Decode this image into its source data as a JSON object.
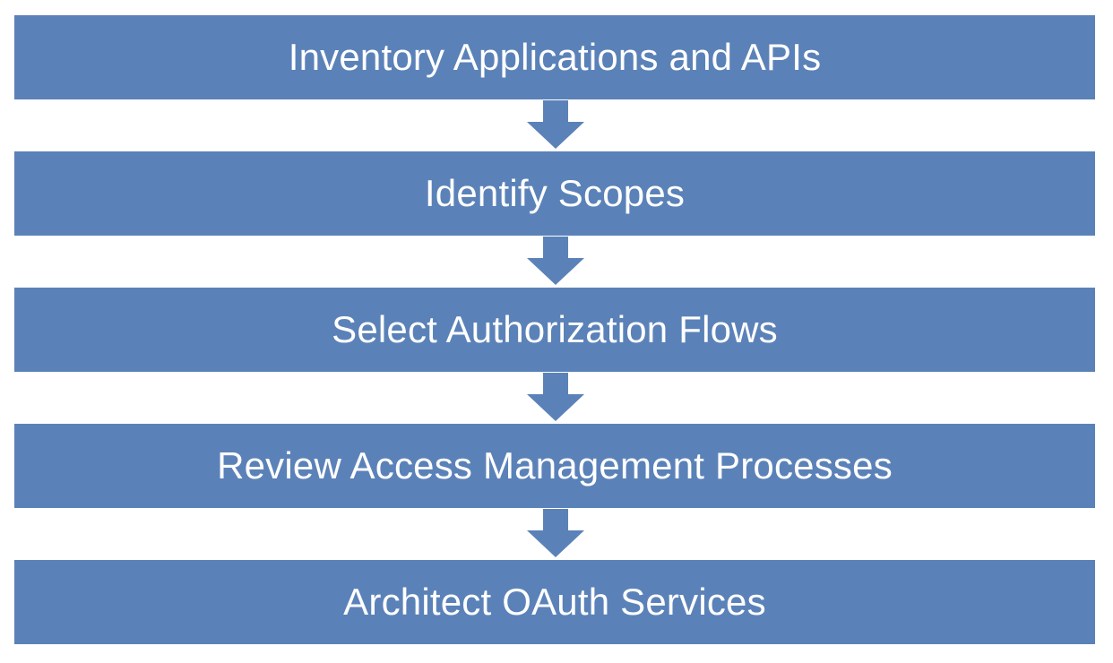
{
  "colors": {
    "box_fill": "#5b82b8",
    "arrow_fill": "#5b82b8",
    "text": "#ffffff",
    "background": "#ffffff"
  },
  "steps": [
    {
      "label": "Inventory Applications and APIs"
    },
    {
      "label": "Identify Scopes"
    },
    {
      "label": "Select Authorization Flows"
    },
    {
      "label": "Review Access Management Processes"
    },
    {
      "label": "Architect OAuth Services"
    }
  ],
  "connectors": [
    {
      "icon": "down-arrow-icon"
    },
    {
      "icon": "down-arrow-icon"
    },
    {
      "icon": "down-arrow-icon"
    },
    {
      "icon": "down-arrow-icon"
    }
  ]
}
